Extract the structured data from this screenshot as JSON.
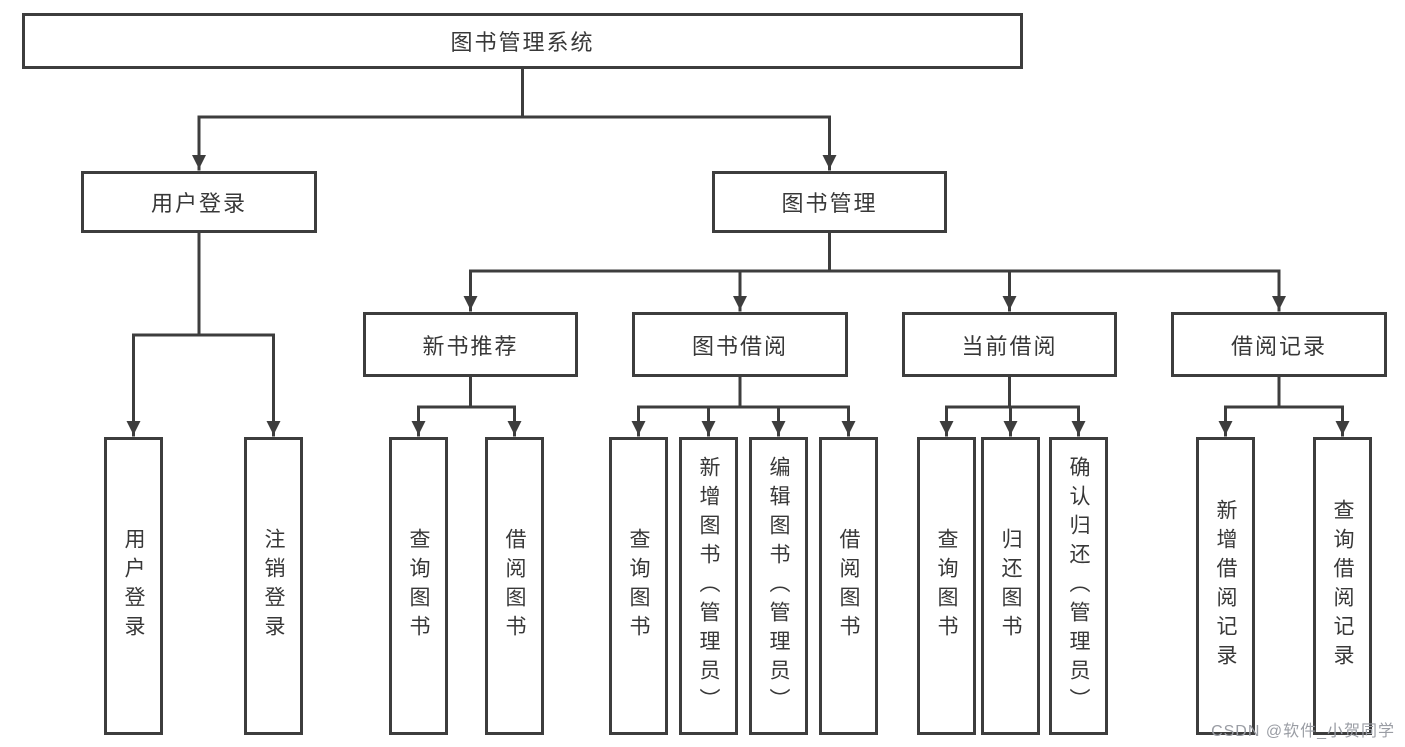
{
  "tree": {
    "label": "图书管理系统",
    "children": [
      {
        "label": "用户登录",
        "children": [
          {
            "label": "用户登录"
          },
          {
            "label": "注销登录"
          }
        ]
      },
      {
        "label": "图书管理",
        "children": [
          {
            "label": "新书推荐",
            "children": [
              {
                "label": "查询图书"
              },
              {
                "label": "借阅图书"
              }
            ]
          },
          {
            "label": "图书借阅",
            "children": [
              {
                "label": "查询图书"
              },
              {
                "label": "新增图书（管理员）"
              },
              {
                "label": "编辑图书（管理员）"
              },
              {
                "label": "借阅图书"
              }
            ]
          },
          {
            "label": "当前借阅",
            "children": [
              {
                "label": "查询图书"
              },
              {
                "label": "归还图书"
              },
              {
                "label": "确认归还（管理员）"
              }
            ]
          },
          {
            "label": "借阅记录",
            "children": [
              {
                "label": "新增借阅记录"
              },
              {
                "label": "查询借阅记录"
              }
            ]
          }
        ]
      }
    ]
  },
  "watermark": {
    "text": "CSDN @软件_小贺同学"
  },
  "colors": {
    "line": "#3d3d3d",
    "text": "#383838",
    "watermark": "#9a9da4",
    "background": "#ffffff"
  }
}
